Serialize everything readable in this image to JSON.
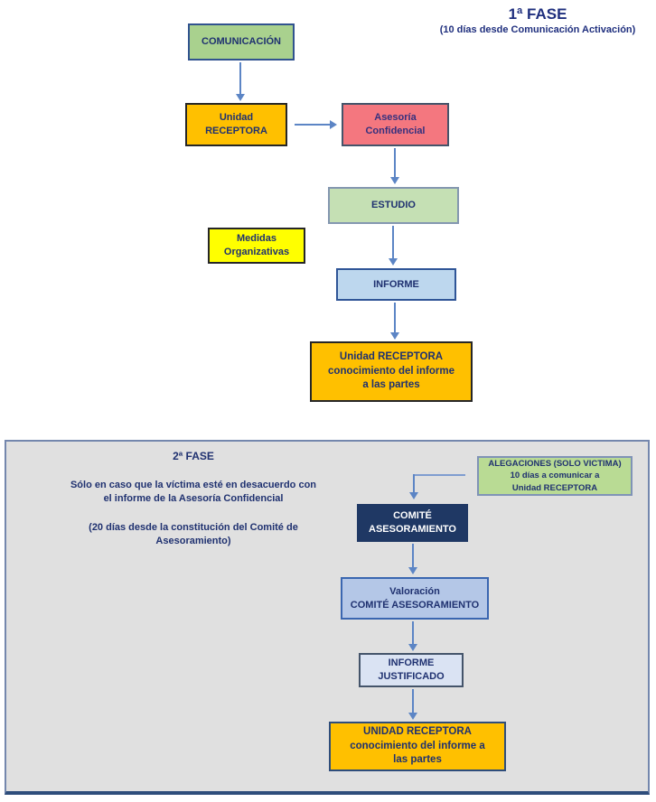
{
  "colors": {
    "orange": "#FFC000",
    "green": "#A9D18E",
    "light_green": "#C5E0B4",
    "pale_green": "#B9DB94",
    "pink": "#F4777F",
    "yellow": "#FFFF00",
    "light_blue": "#BDD7EE",
    "mid_blue": "#B4C7E7",
    "pale_blue": "#DAE3F3",
    "dark_navy_box": "#1F3864",
    "navy_text": "#1F3170",
    "purple_text": "#35307E",
    "panel_gray": "#E0E0E0",
    "arrow_blue": "#5C85C5"
  },
  "phase1": {
    "title": "1ª FASE",
    "subtitle_line1": "(10  días desde Comunicación",
    "subtitle_line2": "Activación)",
    "comunicacion": "COMUNICACIÓN",
    "unidad_receptora_line1": "Unidad",
    "unidad_receptora_line2": "RECEPTORA",
    "asesoria_line1": "Asesoría",
    "asesoria_line2": "Confidencial",
    "estudio": "ESTUDIO",
    "medidas_line1": "Medidas",
    "medidas_line2": "Organizativas",
    "informe": "INFORME",
    "resultado_line1": "Unidad RECEPTORA",
    "resultado_line2": "conocimiento del informe",
    "resultado_line3": "a las partes"
  },
  "phase2": {
    "title": "2ª FASE",
    "condition_line1": "Sólo en caso que la víctima esté en desacuerdo con",
    "condition_line2": "el informe de la Asesoría Confidencial",
    "deadline_line1": "(20 días desde la constitución del Comité de",
    "deadline_line2": "Asesoramiento)",
    "alegaciones_line1": "ALEGACIONES (SOLO VICTIMA)",
    "alegaciones_line2": "10 días  a comunicar a",
    "alegaciones_line3": "Unidad RECEPTORA",
    "comite_line1": "COMITÉ",
    "comite_line2": "ASESORAMIENTO",
    "valoracion_line1": "Valoración",
    "valoracion_line2": "COMITÉ ASESORAMIENTO",
    "informe_justificado_line1": "INFORME",
    "informe_justificado_line2": "JUSTIFICADO",
    "resultado_line1": "UNIDAD RECEPTORA",
    "resultado_line2": "conocimiento del  informe a",
    "resultado_line3": "las partes"
  }
}
